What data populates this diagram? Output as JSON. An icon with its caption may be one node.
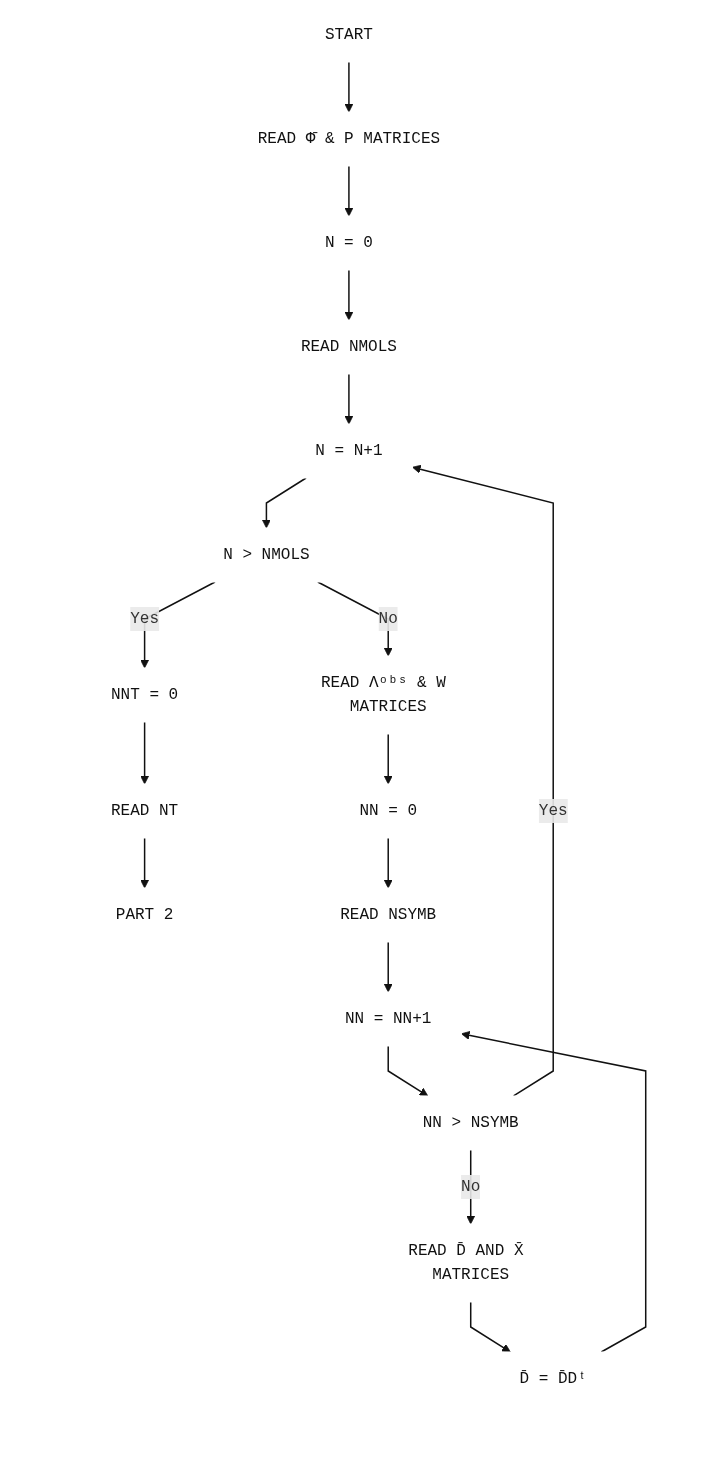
{
  "diagram": {
    "nodes": [
      {
        "text": [
          "START"
        ]
      },
      {
        "text": [
          "READ Φ̄ & P MATRICES"
        ]
      },
      {
        "text": [
          "N = 0"
        ]
      },
      {
        "text": [
          "READ NMOLS"
        ]
      },
      {
        "text": [
          "N = N+1"
        ]
      },
      {
        "text": [
          "N > NMOLS"
        ]
      },
      {
        "text": [
          "NNT = 0"
        ]
      },
      {
        "text": [
          "READ NT"
        ]
      },
      {
        "text": [
          "PART 2"
        ]
      },
      {
        "text": [
          "READ Λᵒᵇˢ & W MATRICES"
        ]
      },
      {
        "text": [
          "NN = 0"
        ]
      },
      {
        "text": [
          "READ NSYMB"
        ]
      },
      {
        "text": [
          "NN = NN+1"
        ]
      },
      {
        "text": [
          "NN > NSYMB"
        ]
      },
      {
        "text": [
          "READ D̄ AND X̄ MATRICES"
        ]
      },
      {
        "text": [
          "D̄ = D̄Dᵗ"
        ]
      }
    ],
    "edges": [
      {
        "from": 0,
        "to": 1,
        "arrow": "to"
      },
      {
        "from": 1,
        "to": 2,
        "arrow": "to"
      },
      {
        "from": 2,
        "to": 3,
        "arrow": "to"
      },
      {
        "from": 3,
        "to": 4,
        "arrow": "to"
      },
      {
        "from": 4,
        "to": 5,
        "arrow": "to"
      },
      {
        "from": 5,
        "to": 6,
        "arrow": "to",
        "label": "Yes"
      },
      {
        "from": 6,
        "to": 7,
        "arrow": "to"
      },
      {
        "from": 7,
        "to": 8,
        "arrow": "to"
      },
      {
        "from": 5,
        "to": 9,
        "arrow": "to",
        "label": "No"
      },
      {
        "from": 9,
        "to": 10,
        "arrow": "to"
      },
      {
        "from": 10,
        "to": 11,
        "arrow": "to"
      },
      {
        "from": 11,
        "to": 12,
        "arrow": "to"
      },
      {
        "from": 12,
        "to": 13,
        "arrow": "to"
      },
      {
        "from": 13,
        "to": 14,
        "arrow": "to",
        "label": "No"
      },
      {
        "from": 14,
        "to": 15,
        "arrow": "to"
      },
      {
        "from": 15,
        "to": 12,
        "arrow": "to"
      },
      {
        "from": 13,
        "to": 4,
        "arrow": "to",
        "label": "Yes"
      }
    ]
  }
}
